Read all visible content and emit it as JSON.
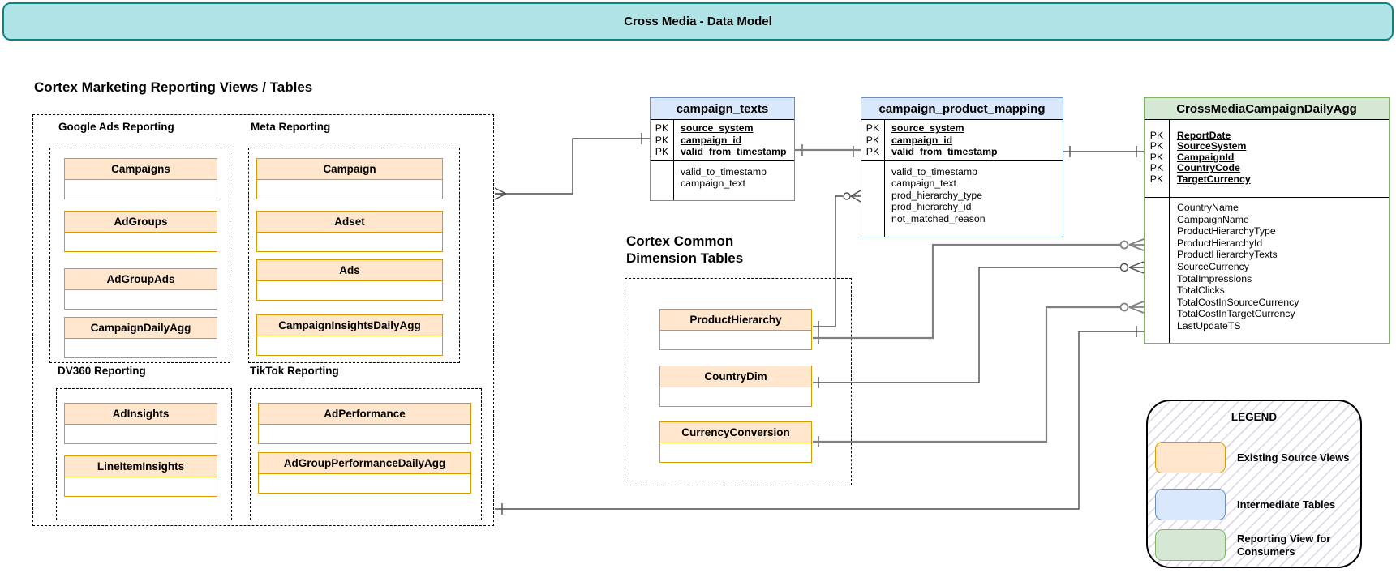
{
  "title_bar": {
    "title": "Cross Media - Data Model"
  },
  "left_section": {
    "heading": "Cortex Marketing Reporting Views / Tables",
    "groups": [
      {
        "label": "Google Ads Reporting",
        "entities": [
          "Campaigns",
          "AdGroups",
          "AdGroupAds",
          "CampaignDailyAgg"
        ]
      },
      {
        "label": "Meta Reporting",
        "entities": [
          "Campaign",
          "Adset",
          "Ads",
          "CampaignInsightsDailyAgg"
        ]
      },
      {
        "label": "DV360 Reporting",
        "entities": [
          "AdInsights",
          "LineItemInsights"
        ]
      },
      {
        "label": "TikTok Reporting",
        "entities": [
          "AdPerformance",
          "AdGroupPerformanceDailyAgg"
        ]
      }
    ]
  },
  "tables": {
    "pk_label": "PK",
    "campaign_texts": {
      "title": "campaign_texts",
      "pk_fields": [
        "source_system",
        "campaign_id",
        "valid_from_timestamp"
      ],
      "fields": [
        "valid_to_timestamp",
        "campaign_text"
      ]
    },
    "campaign_product_mapping": {
      "title": "campaign_product_mapping",
      "pk_fields": [
        "source_system",
        "campaign_id",
        "valid_from_timestamp"
      ],
      "fields": [
        "valid_to_timestamp",
        "campaign_text",
        "prod_hierarchy_type",
        "prod_hierarchy_id",
        "not_matched_reason"
      ]
    },
    "cross_media": {
      "title": "CrossMediaCampaignDailyAgg",
      "pk_fields": [
        "ReportDate",
        "SourceSystem",
        "CampaignId",
        "CountryCode",
        "TargetCurrency"
      ],
      "fields": [
        "CountryName",
        "CampaignName",
        "ProductHierarchyType",
        "ProductHierarchyId",
        "ProductHierarchyTexts",
        "SourceCurrency",
        "TotalImpressions",
        "TotalClicks",
        "TotalCostInSourceCurrency",
        "TotalCostInTargetCurrency",
        "LastUpdateTS"
      ]
    }
  },
  "dimension_section": {
    "heading": "Cortex Common Dimension Tables",
    "entities": [
      "ProductHierarchy",
      "CountryDim",
      "CurrencyConversion"
    ]
  },
  "legend": {
    "title": "LEGEND",
    "items": [
      {
        "label": "Existing Source Views",
        "fill": "#ffe6cc",
        "border": "#d79b00"
      },
      {
        "label": "Intermediate Tables",
        "fill": "#dae8fc",
        "border": "#6c8ebf"
      },
      {
        "label": "Reporting View for Consumers",
        "fill": "#d5e8d4",
        "border": "#82b366"
      }
    ]
  },
  "colors": {
    "title_fill": "#b0e3e6",
    "title_border": "#0e8088",
    "source_view_fill": "#ffe6cc",
    "source_view_border": "#d79b00",
    "intermediate_fill": "#dae8fc",
    "intermediate_border": "#6c8ebf",
    "reporting_fill": "#d5e8d4",
    "reporting_border": "#82b366"
  }
}
